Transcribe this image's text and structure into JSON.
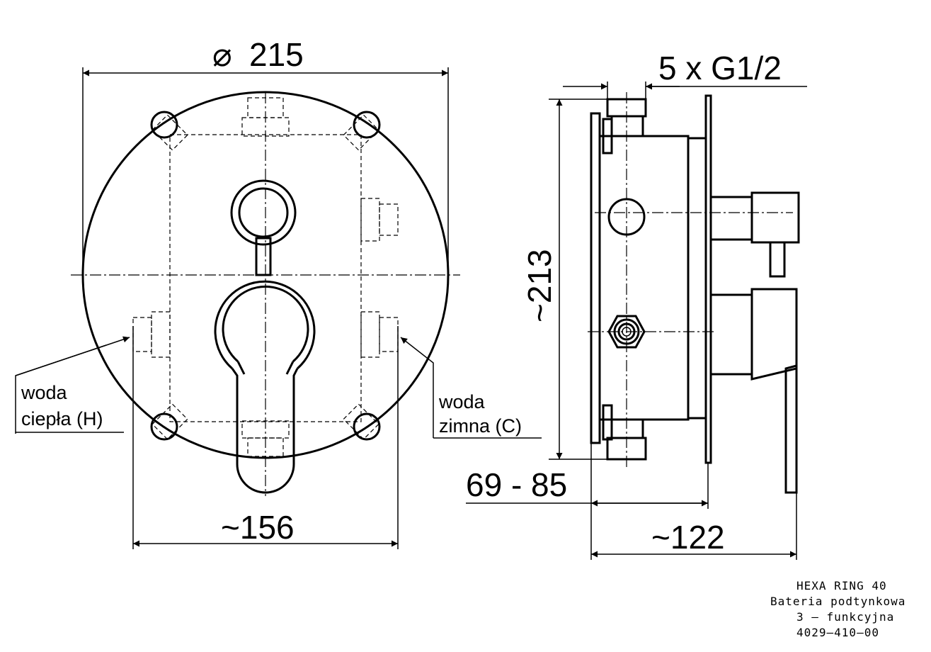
{
  "dimensions": {
    "diameter_symbol": "⌀",
    "diameter": "215",
    "bottom_width": "~156",
    "connections": "5 x G1/2",
    "height": "~213",
    "depth_range": "69 - 85",
    "depth": "~122"
  },
  "labels": {
    "hot_line1": "woda",
    "hot_line2": "ciepła (H)",
    "cold_line1": "woda",
    "cold_line2": "zimna (C)"
  },
  "title_block": {
    "line1": "HEXA RING 40",
    "line2": "Bateria podtynkowa",
    "line3": "3 — funkcyjna",
    "line4": "4029—410—00"
  }
}
